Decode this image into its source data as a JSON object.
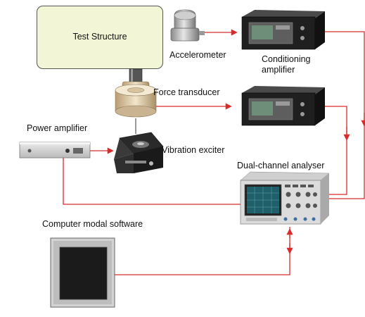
{
  "diagram": {
    "labels": {
      "test_structure": "Test Structure",
      "accelerometer": "Accelerometer",
      "conditioning_line1": "Conditioning",
      "conditioning_line2": "amplifier",
      "force_transducer": "Force transducer",
      "power_amplifier": "Power amplifier",
      "vibration_exciter": "Vibration exciter",
      "dual_channel_analyser": "Dual-channel analyser",
      "computer_modal_software": "Computer modal software"
    },
    "colors": {
      "signal_line": "#d92b2b",
      "mechanical_link": "#333333",
      "structure_fill": "#f3f6d6"
    }
  }
}
